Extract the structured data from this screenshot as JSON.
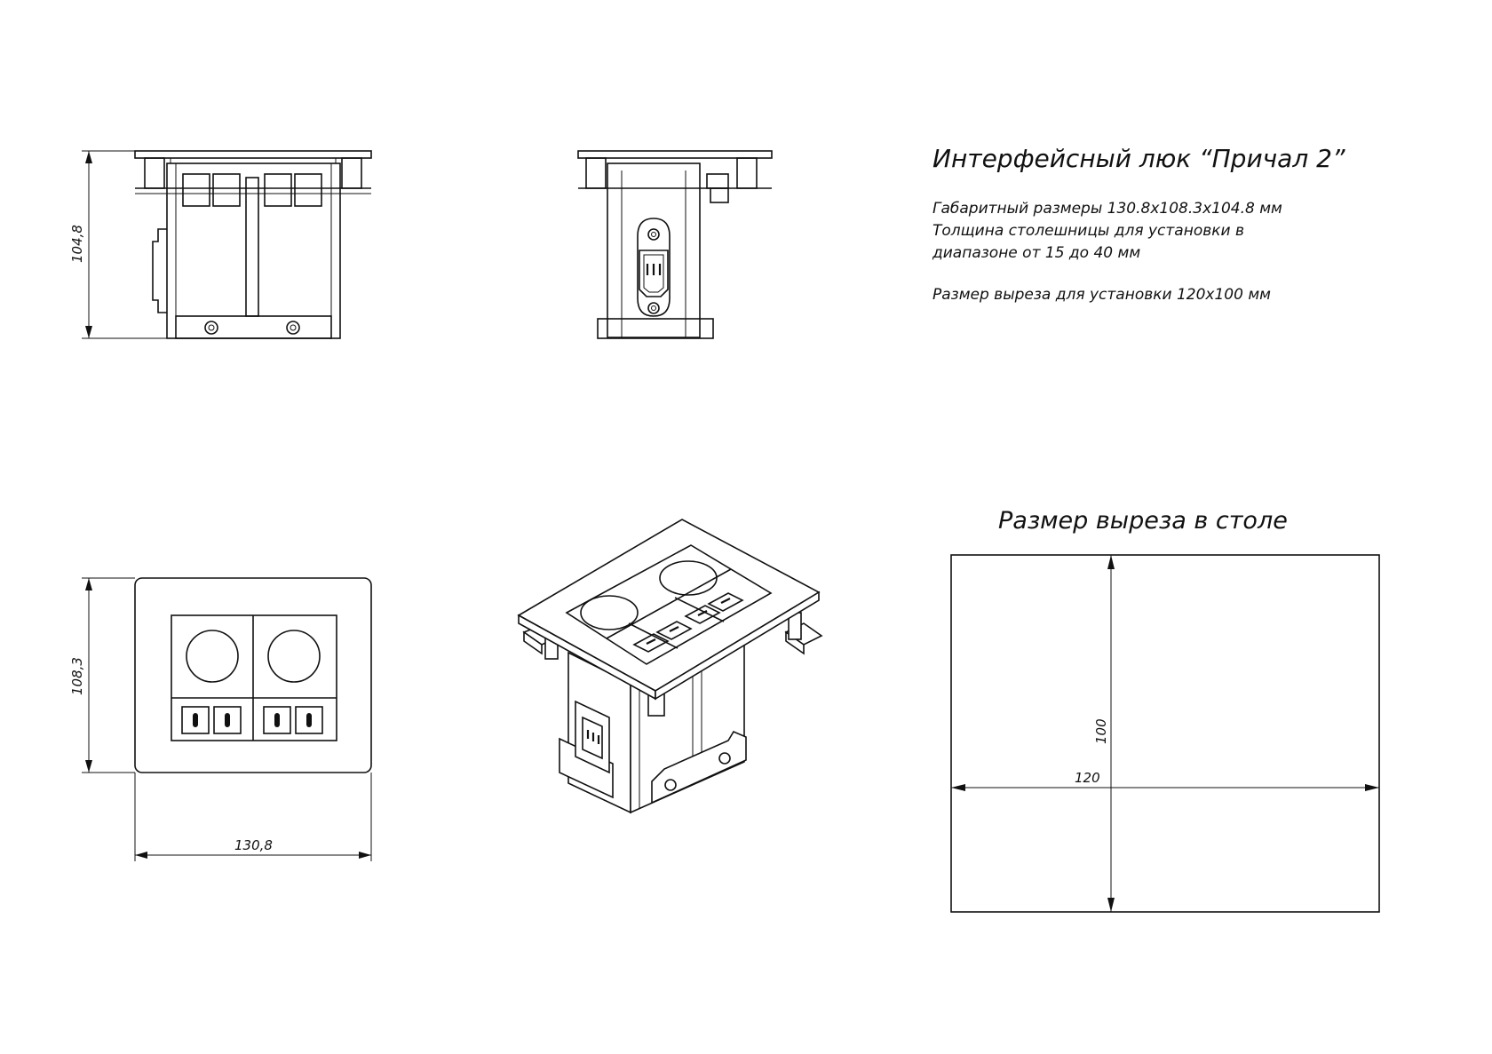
{
  "title": "Интерфейсный люк “Причал 2”",
  "description": [
    "Габаритный размеры 130.8x108.3x104.8 мм",
    "Толщина столешницы для установки в",
    "диапазоне от 15 до 40 мм",
    "",
    "Размер выреза для установки 120x100 мм"
  ],
  "cutout_title": "Размер выреза в столе",
  "dimensions": {
    "front_height": "104,8",
    "top_height": "108,3",
    "top_width": "130,8",
    "cutout_width": "120",
    "cutout_height": "100"
  },
  "icons": {
    "socket": "round-socket-icon",
    "connector": "data-port-icon",
    "power_inlet": "iec-power-inlet-icon"
  },
  "colors": {
    "line": "#111111",
    "background": "#ffffff"
  }
}
